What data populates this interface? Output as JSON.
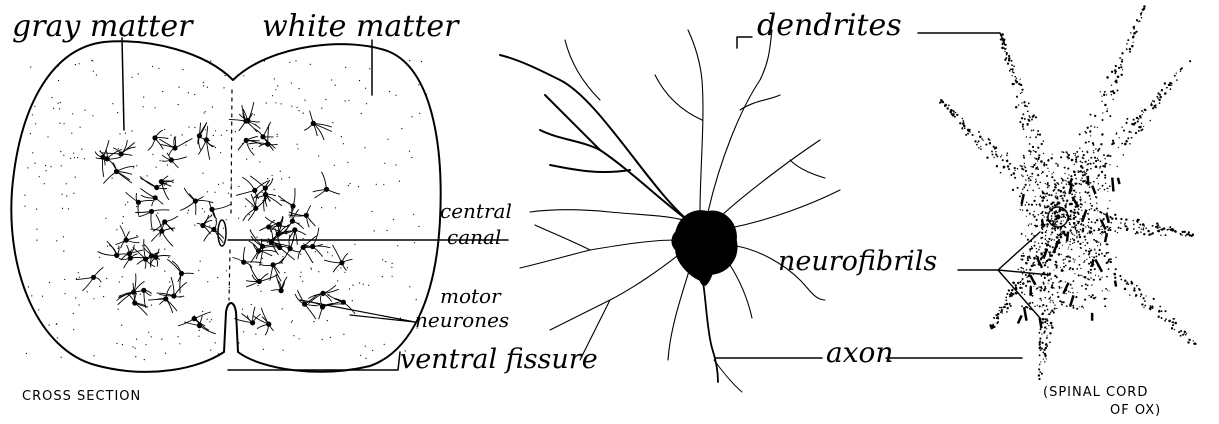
{
  "labels": {
    "gray_matter": "gray matter",
    "white_matter": "white matter",
    "central_canal_1": "central",
    "central_canal_2": "canal",
    "motor_neurones_1": "motor",
    "motor_neurones_2": "neurones",
    "ventral_fissure": "ventral fissure",
    "cross_section": "CROSS SECTION",
    "dendrites": "dendrites",
    "axon": "axon",
    "neurofibrils": "neurofibrils",
    "spinal_cord_1": "(SPINAL CORD",
    "spinal_cord_2": "OF OX)"
  }
}
